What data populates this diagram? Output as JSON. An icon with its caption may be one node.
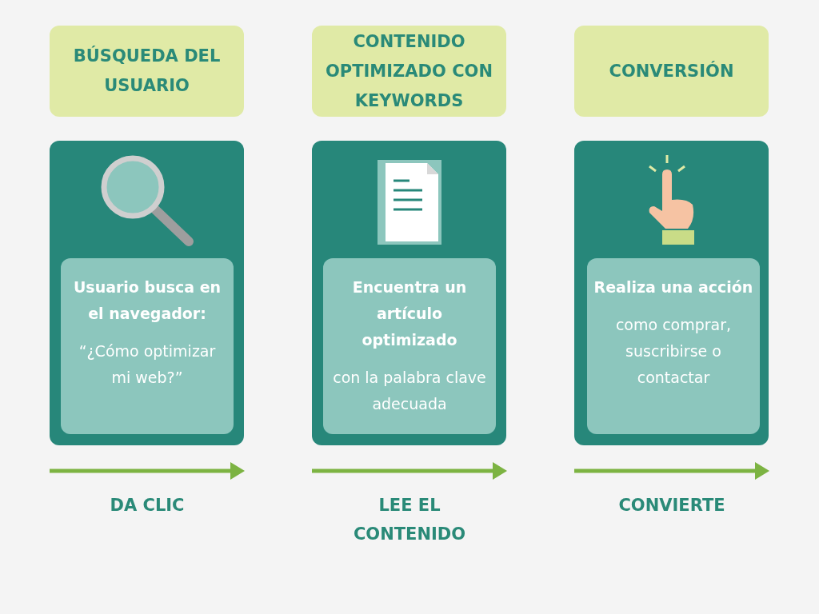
{
  "diagram": {
    "nodes": [
      {
        "text": [
          "BÚSQUEDA DEL USUARIO"
        ]
      },
      {
        "text": [
          "CONTENIDO OPTIMIZADO CON KEYWORDS"
        ]
      },
      {
        "text": [
          "CONVERSIÓN"
        ]
      },
      {
        "text": [],
        "shape": "box"
      },
      {
        "text": [
          "Usuario busca en el navegador:",
          "“¿Cómo optimizar mi web?”"
        ],
        "in": 3
      },
      {
        "text": [],
        "shape": "box"
      },
      {
        "text": [
          "Encuentra un artículo optimizado",
          "con la palabra clave adecuada"
        ],
        "in": 5
      },
      {
        "text": [],
        "shape": "box"
      },
      {
        "text": [
          "Realiza una acción",
          "como comprar, suscribirse o contactar"
        ],
        "in": 7
      }
    ],
    "labels": [
      "DA CLIC",
      "LEE EL CONTENIDO",
      "CONVIERTE"
    ]
  }
}
